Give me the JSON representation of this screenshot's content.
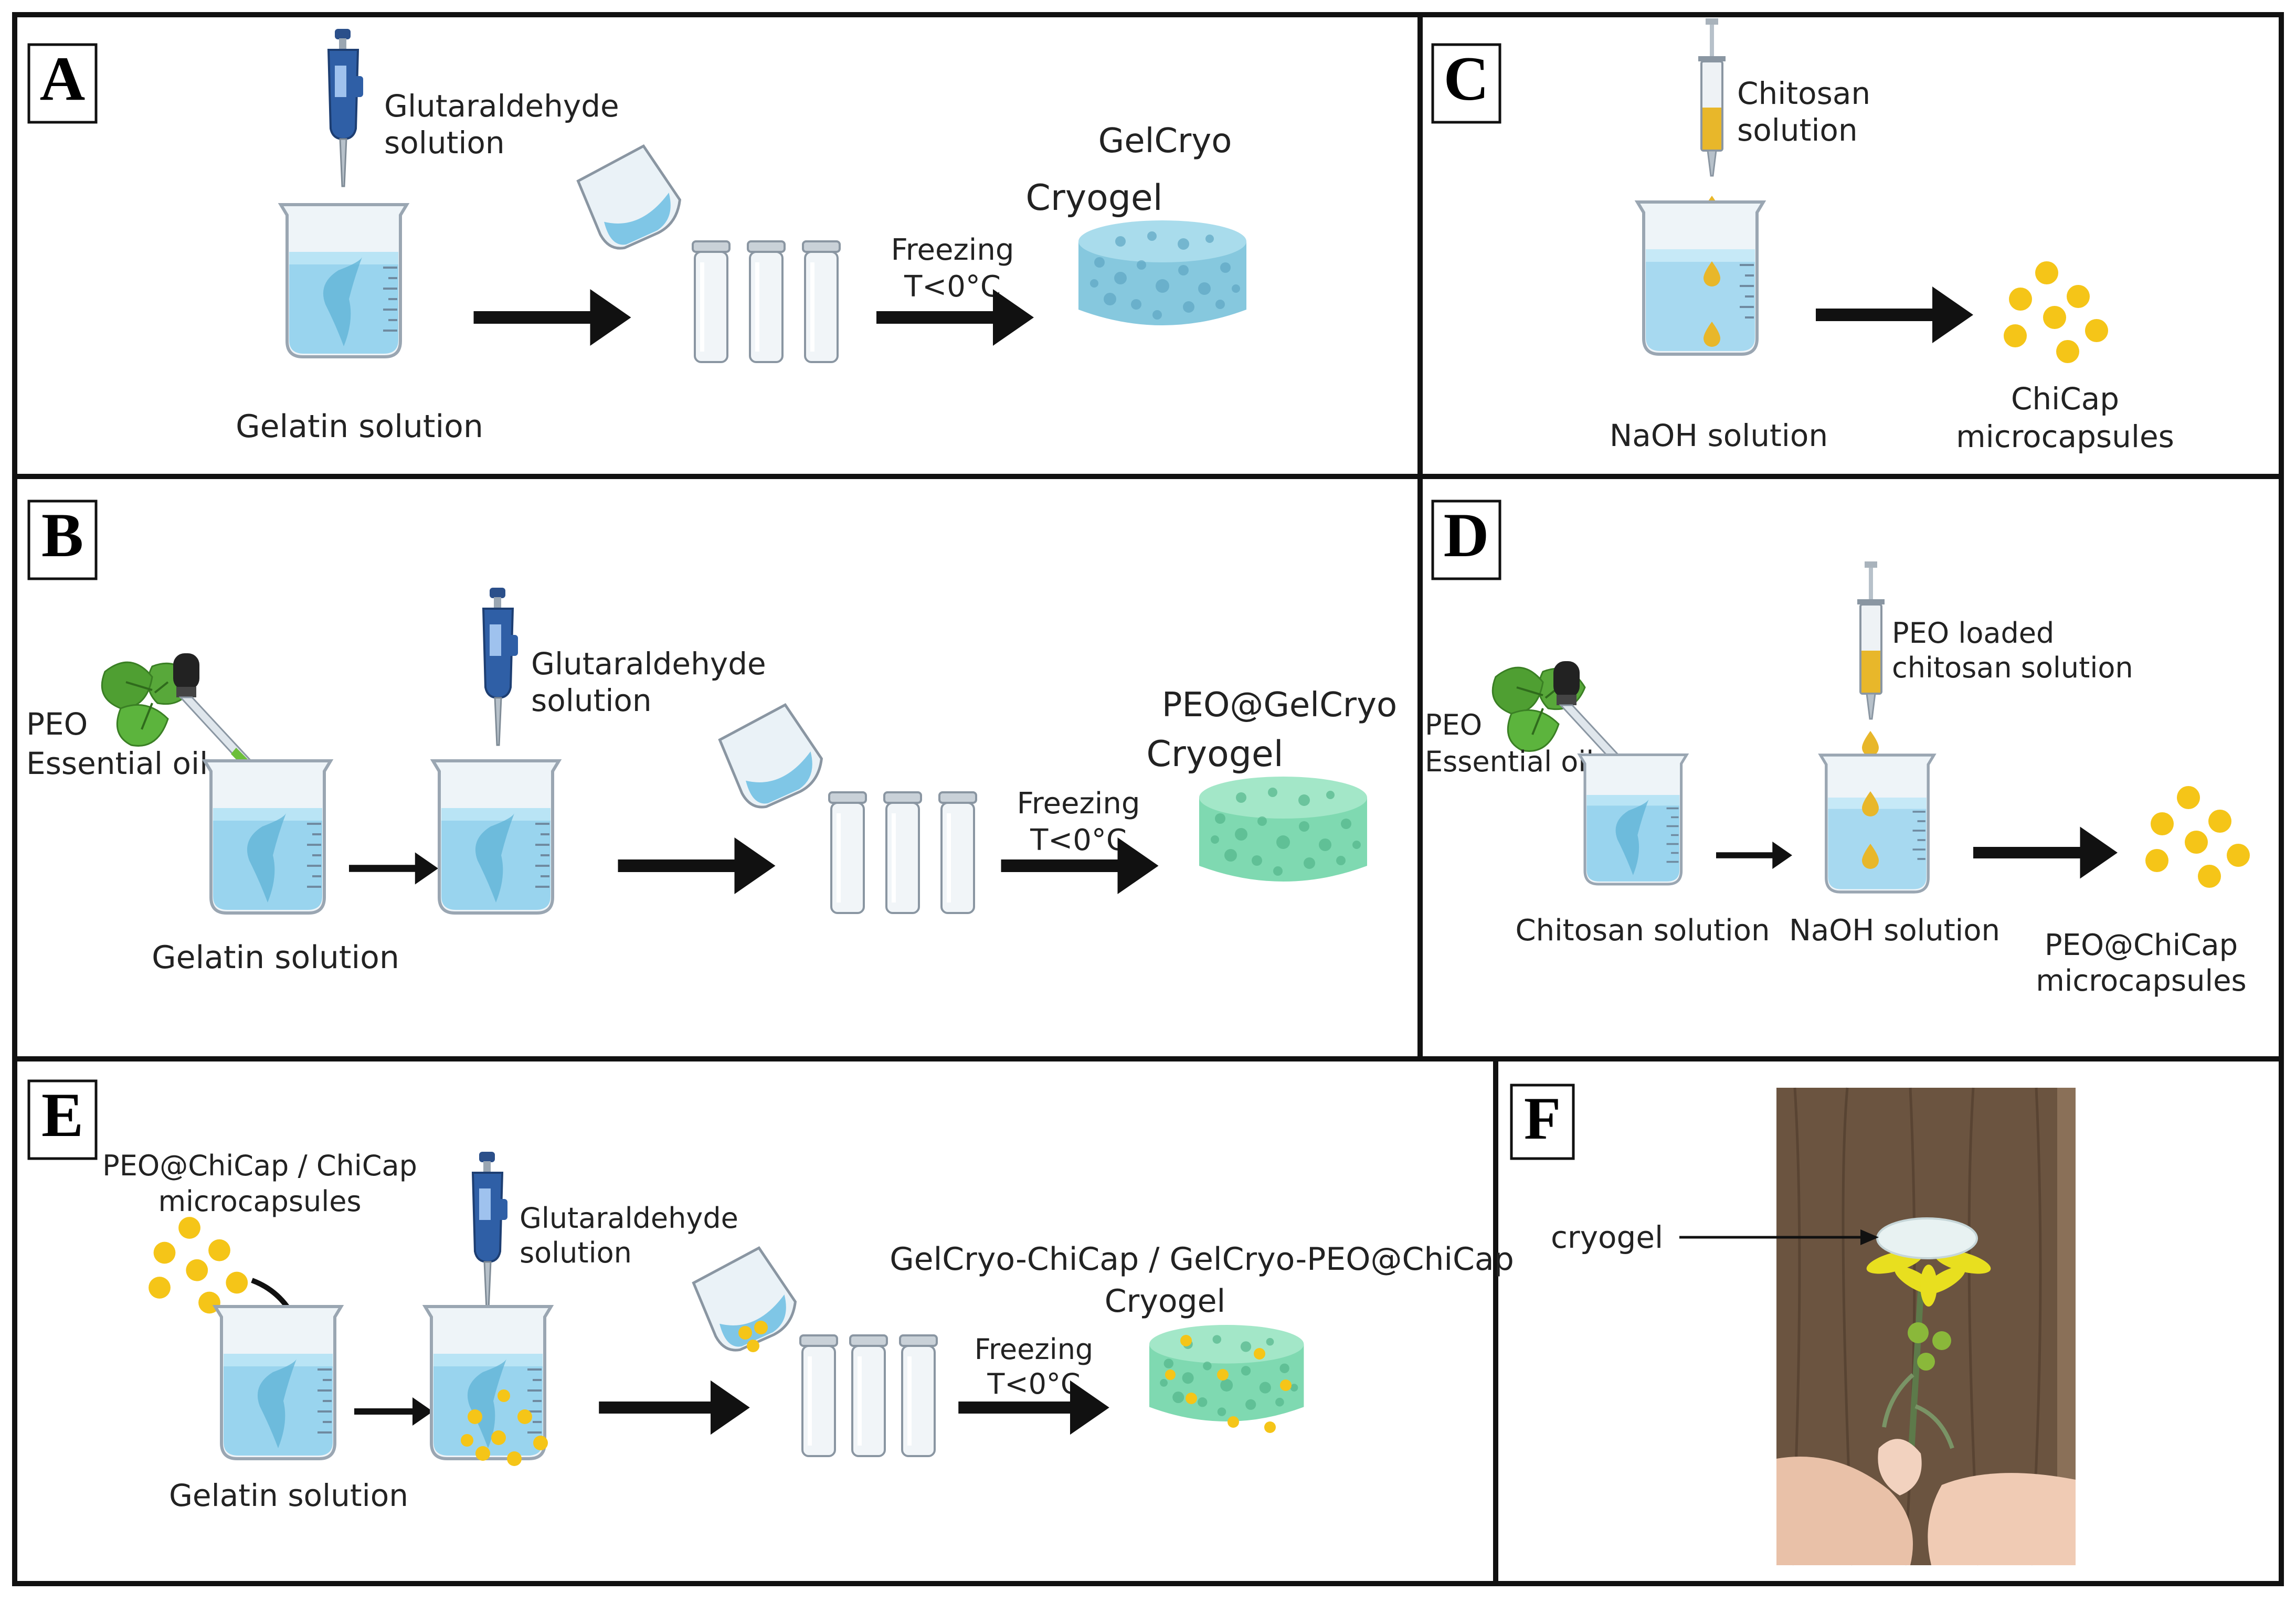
{
  "panels": {
    "A": {
      "letter": "A",
      "reagent": "Glutaraldehyde\nsolution",
      "solution": "Gelatin solution",
      "freezing": "Freezing\nT<0°C",
      "product_name": "GelCryo",
      "product_type": "Cryogel"
    },
    "B": {
      "letter": "B",
      "oil": "PEO\nEssential oil",
      "reagent": "Glutaraldehyde\nsolution",
      "solution": "Gelatin solution",
      "freezing": "Freezing\nT<0°C",
      "product_name": "PEO@GelCryo",
      "product_type": "Cryogel"
    },
    "C": {
      "letter": "C",
      "reagent": "Chitosan\nsolution",
      "solution": "NaOH solution",
      "product": "ChiCap\nmicrocapsules"
    },
    "D": {
      "letter": "D",
      "oil": "PEO\nEssential oil",
      "reagent": "PEO loaded\nchitosan solution",
      "solution1": "Chitosan solution",
      "solution2": "NaOH solution",
      "product": "PEO@ChiCap\nmicrocapsules"
    },
    "E": {
      "letter": "E",
      "capsules": "PEO@ChiCap / ChiCap\nmicrocapsules",
      "reagent": "Glutaraldehyde\nsolution",
      "solution": "Gelatin solution",
      "freezing": "Freezing\nT<0°C",
      "product_name": "GelCryo-ChiCap / GelCryo-PEO@ChiCap",
      "product_type": "Cryogel"
    },
    "F": {
      "letter": "F",
      "label": "cryogel"
    }
  },
  "colors": {
    "liquid": "#8fd0ec",
    "gelcryo": "#86c8de",
    "peo_gel": "#7fd9b1",
    "capsule": "#f5c518",
    "arrow": "#111111",
    "border": "#111111"
  },
  "icons": [
    "pipette-icon",
    "beaker-icon",
    "vial-icon",
    "pouring-cup-icon",
    "syringe-icon",
    "dropper-icon",
    "leaf-icon",
    "cryogel-icon",
    "microcapsule-icon",
    "photo-flower"
  ]
}
